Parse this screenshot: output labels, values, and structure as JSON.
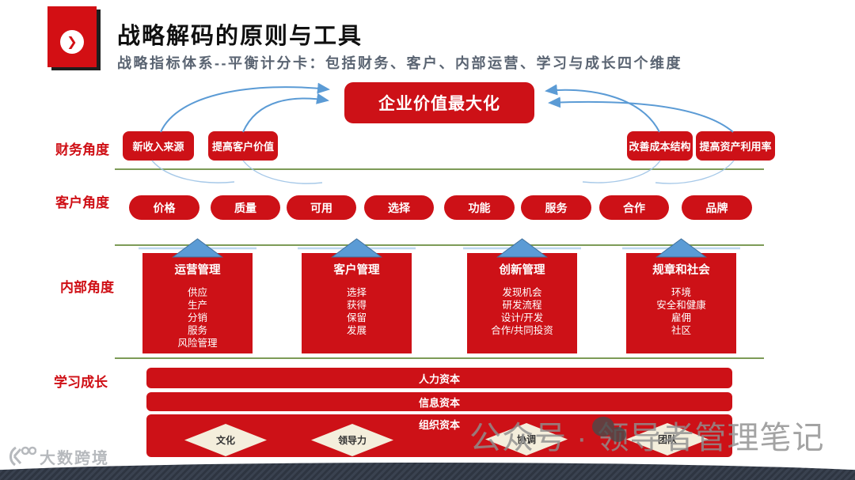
{
  "slide": {
    "title": "战略解码的原则与工具",
    "subtitle": "战略指标体系--平衡计分卡：包括财务、客户、内部运营、学习与成长四个维度"
  },
  "colors": {
    "primary_red": "#cd1117",
    "label_red": "#cf0f15",
    "green_line": "#7d9b57",
    "arrow_blue": "#5b9bd5",
    "light_blue": "#bdd7ee",
    "diamond_cream": "#f4eedc",
    "subtitle_gray": "#5a6472",
    "watermark_gray": "#8f8f8f",
    "footer_dark": "#3a4250"
  },
  "diagram": {
    "goal_box": "企业价值最大化",
    "section_labels": [
      "财务角度",
      "客户角度",
      "内部角度",
      "学习成长"
    ],
    "finance_items": [
      "新收入来源",
      "提高客户价值",
      "改善成本结构",
      "提高资产利用率"
    ],
    "customer_items": [
      "价格",
      "质量",
      "可用",
      "选择",
      "功能",
      "服务",
      "合作",
      "品牌"
    ],
    "internal_groups": [
      {
        "title": "运营管理",
        "items": [
          "供应",
          "生产",
          "分销",
          "服务",
          "风险管理"
        ]
      },
      {
        "title": "客户管理",
        "items": [
          "选择",
          "获得",
          "保留",
          "发展"
        ]
      },
      {
        "title": "创新管理",
        "items": [
          "发现机会",
          "研发流程",
          "设计/开发",
          "合作/共同投资"
        ]
      },
      {
        "title": "规章和社会",
        "items": [
          "环境",
          "安全和健康",
          "雇佣",
          "社区"
        ]
      }
    ],
    "learning_bars": [
      "人力资本",
      "信息资本",
      "组织资本"
    ],
    "org_capital_diamonds": [
      "文化",
      "领导力",
      "协调",
      "团队"
    ]
  },
  "icons": {
    "badge_chevron": "❯"
  },
  "watermarks": {
    "center_text": "公众号 · 领导者管理笔记",
    "footer_logo_text": "大数跨境"
  }
}
